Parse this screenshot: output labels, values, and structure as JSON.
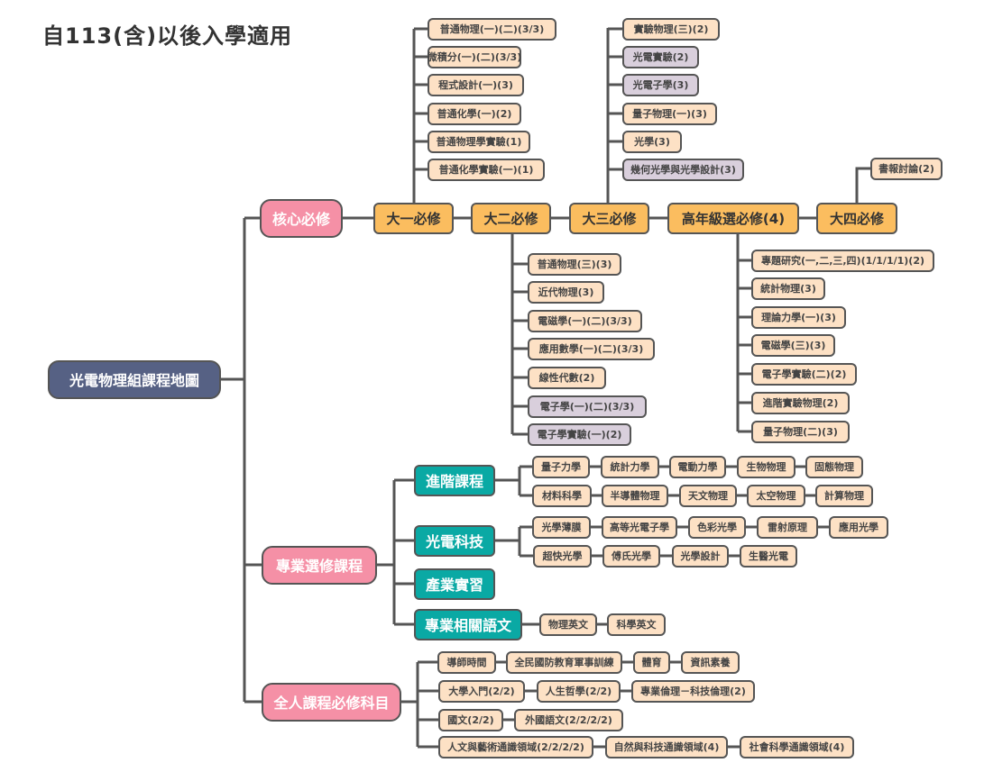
{
  "title": "自113(含)以後入學適用",
  "root": "光電物理組課程地圖",
  "core": {
    "label": "核心必修",
    "years": [
      "大一必修",
      "大二必修",
      "大三必修",
      "高年級選必修(4)",
      "大四必修"
    ],
    "year1": [
      "普通物理(一)(二)(3/3)",
      "微積分(一)(二)(3/3)",
      "程式設計(一)(3)",
      "普通化學(一)(2)",
      "普通物理學實驗(1)",
      "普通化學實驗(一)(1)"
    ],
    "year2": [
      "普通物理(三)(3)",
      "近代物理(3)",
      "電磁學(一)(二)(3/3)",
      "應用數學(一)(二)(3/3)",
      "線性代數(2)",
      "電子學(一)(二)(3/3)",
      "電子學實驗(一)(2)"
    ],
    "year3": [
      "實驗物理(三)(2)",
      "光電實驗(2)",
      "光電子學(3)",
      "量子物理(一)(3)",
      "光學(3)",
      "幾何光學與光學設計(3)"
    ],
    "senior": [
      "專題研究(一,二,三,四)(1/1/1/1)(2)",
      "統計物理(3)",
      "理論力學(一)(3)",
      "電磁學(三)(3)",
      "電子學實驗(二)(2)",
      "進階實驗物理(2)",
      "量子物理(二)(3)"
    ],
    "year4": [
      "書報討論(2)"
    ]
  },
  "elective": {
    "label": "專業選修課程",
    "groups": [
      {
        "label": "進階課程",
        "rows": [
          [
            "量子力學",
            "統計力學",
            "電動力學",
            "生物物理",
            "固態物理"
          ],
          [
            "材料科學",
            "半導體物理",
            "天文物理",
            "太空物理",
            "計算物理"
          ]
        ]
      },
      {
        "label": "光電科技",
        "rows": [
          [
            "光學薄膜",
            "高等光電子學",
            "色彩光學",
            "雷射原理",
            "應用光學"
          ],
          [
            "超快光學",
            "傅氏光學",
            "光學設計",
            "生醫光電"
          ]
        ]
      },
      {
        "label": "產業實習",
        "rows": []
      },
      {
        "label": "專業相關語文",
        "rows": [
          [
            "物理英文",
            "科學英文"
          ]
        ]
      }
    ]
  },
  "general": {
    "label": "全人課程必修科目",
    "rows": [
      [
        "導師時間",
        "全民國防教育軍事訓練",
        "體育",
        "資訊素養"
      ],
      [
        "大學入門(2/2)",
        "人生哲學(2/2)",
        "專業倫理－科技倫理(2)"
      ],
      [
        "國文(2/2)",
        "外國語文(2/2/2/2)"
      ],
      [
        "人文與藝術通識領域(2/2/2/2)",
        "自然與科技通識領域(4)",
        "社會科學通識領域(4)"
      ]
    ]
  },
  "colors": {
    "leaf": "#fde1c5",
    "leaf_highlight": "#d9cfdc",
    "year": "#fbbd5f",
    "category": "#f590a6",
    "subcategory": "#0aa9a4",
    "root": "#566184"
  }
}
